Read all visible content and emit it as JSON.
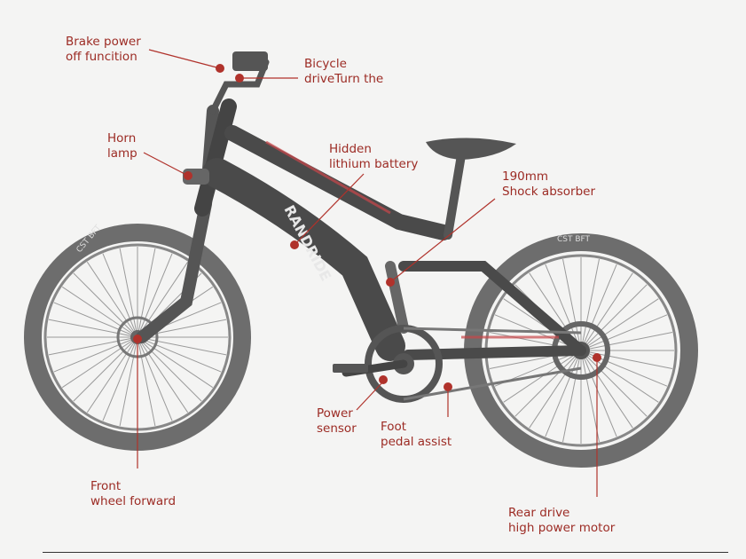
{
  "colors": {
    "accent": "#b0322b",
    "frame": "#4a4a4a",
    "background": "#f4f4f3"
  },
  "brand": "RANDRIDE",
  "tire_text": "CST BFT",
  "labels": {
    "brake": {
      "line1": "Brake power",
      "line2": "off funcition"
    },
    "display": {
      "line1": "Bicycle",
      "line2": "driveTurn the"
    },
    "horn": {
      "line1": "Horn",
      "line2": "lamp"
    },
    "battery": {
      "line1": "Hidden",
      "line2": "lithium battery"
    },
    "shock": {
      "line1": "190mm",
      "line2": "Shock absorber"
    },
    "sensor": {
      "line1": "Power",
      "line2": "sensor"
    },
    "pedal": {
      "line1": "Foot",
      "line2": "pedal assist"
    },
    "front": {
      "line1": "Front",
      "line2": "wheel forward"
    },
    "rear": {
      "line1": "Rear drive",
      "line2": "high power motor"
    }
  }
}
